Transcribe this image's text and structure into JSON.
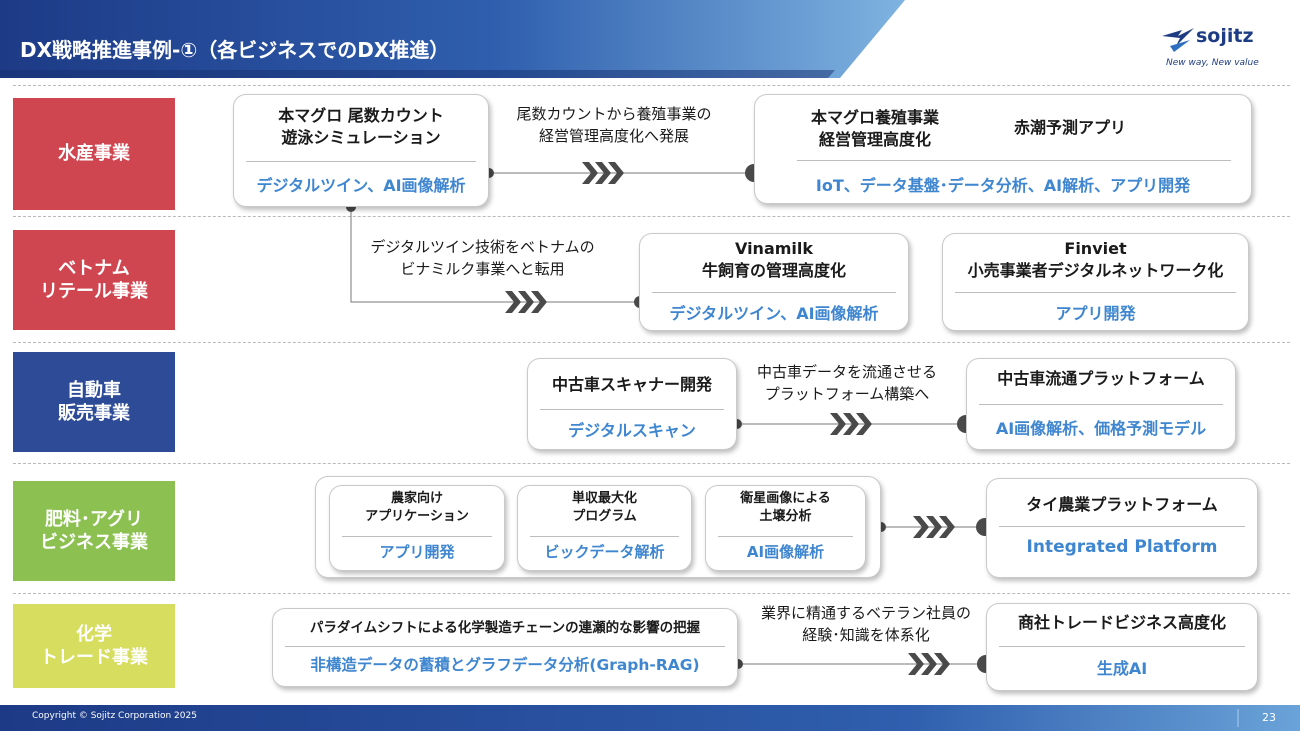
{
  "header": {
    "title": "DX戦略推進事例-①（各ビジネスでのDX推進）"
  },
  "logo": {
    "name": "sojitz",
    "tagline": "New way, New value"
  },
  "rows": [
    {
      "label": "水産事業",
      "color": "#cf4650"
    },
    {
      "label": "ベトナム\nリテール事業",
      "color": "#cf4650"
    },
    {
      "label": "自動車\n販売事業",
      "color": "#2e4b97"
    },
    {
      "label": "肥料･アグリ\nビジネス事業",
      "color": "#8cc152"
    },
    {
      "label": "化学\nトレード事業",
      "color": "#d6dd5f"
    }
  ],
  "row1": {
    "left": {
      "title": "本マグロ 尾数カウント\n遊泳シミュレーション",
      "tech": "デジタルツイン、AI画像解析"
    },
    "note": "尾数カウントから養殖事業の\n経営管理高度化へ発展",
    "right": {
      "title": "本マグロ養殖事業\n経営管理高度化",
      "title2": "赤潮予測アプリ",
      "tech": "IoT、データ基盤･データ分析、AI解析、アプリ開発"
    }
  },
  "row2": {
    "note": "デジタルツイン技術をベトナムの\nビナミルク事業へと転用",
    "mid": {
      "title": "Vinamilk\n牛飼育の管理高度化",
      "tech": "デジタルツイン、AI画像解析"
    },
    "right": {
      "title": "Finviet\n小売事業者デジタルネットワーク化",
      "tech": "アプリ開発"
    }
  },
  "row3": {
    "left": {
      "title": "中古車スキャナー開発",
      "tech": "デジタルスキャン"
    },
    "note": "中古車データを流通させる\nプラットフォーム構築へ",
    "right": {
      "title": "中古車流通プラットフォーム",
      "tech": "AI画像解析、価格予測モデル"
    }
  },
  "row4": {
    "subs": [
      {
        "title": "農家向け\nアプリケーション",
        "tech": "アプリ開発"
      },
      {
        "title": "単収最大化\nプログラム",
        "tech": "ビックデータ解析"
      },
      {
        "title": "衛星画像による\n土壌分析",
        "tech": "AI画像解析"
      }
    ],
    "right": {
      "title": "タイ農業プラットフォーム",
      "tech": "Integrated Platform"
    }
  },
  "row5": {
    "left": {
      "title": "パラダイムシフトによる化学製造チェーンの連瀬的な影響の把握",
      "tech": "非構造データの蓄積とグラフデータ分析(Graph-RAG)"
    },
    "note": "業界に精通するベテラン社員の\n経験･知識を体系化",
    "right": {
      "title": "商社トレードビジネス高度化",
      "tech": "生成AI"
    }
  },
  "footer": {
    "copyright": "Copyright © Sojitz Corporation 2025",
    "page": "23"
  },
  "colors": {
    "accent_blue": "#3f86d0",
    "navy": "#1e3c84",
    "chevron": "#4a4a4a"
  }
}
